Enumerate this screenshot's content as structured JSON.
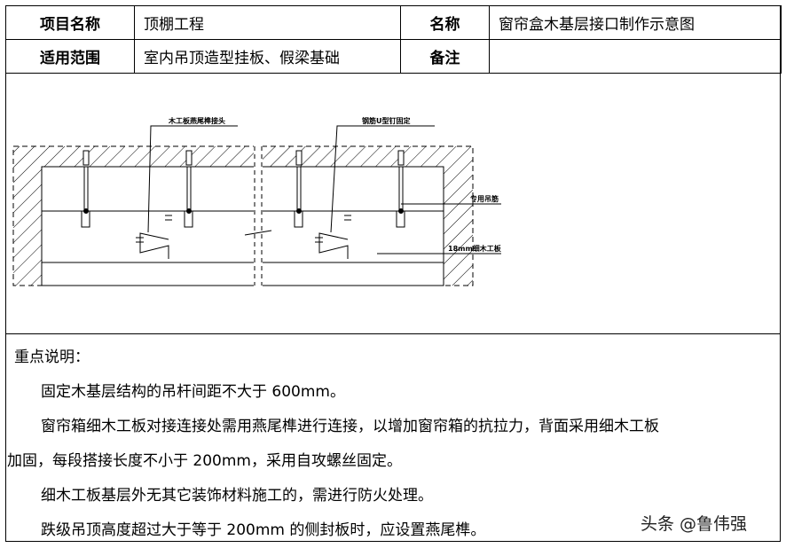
{
  "header": {
    "project_label": "项目名称",
    "project_value": "顶棚工程",
    "name_label": "名称",
    "name_value": "窗帘盒木基层接口制作示意图",
    "scope_label": "适用范围",
    "scope_value": "室内吊顶造型挂板、假梁基础",
    "remarks_label": "备注",
    "remarks_value": ""
  },
  "drawing": {
    "labels": [
      "木工板燕尾榫接头",
      "钢筋U型钉固定",
      "专用吊筋",
      "18mm细木工板"
    ]
  },
  "notes": {
    "title": "重点说明：",
    "lines": [
      "固定木基层结构的吊杆间距不大于 600mm。",
      "窗帘箱细木工板对接连接处需用燕尾榫进行连接，以增加窗帘箱的抗拉力，背面采用细木工板",
      "加固，每段搭接长度不小于 200mm，采用自攻螺丝固定。",
      "细木工板基层外无其它装饰材料施工的，需进行防火处理。",
      "跌级吊顶高度超过大于等于 200mm 的侧封板时，应设置燕尾榫。"
    ]
  },
  "watermark": "头条 @鲁伟强"
}
